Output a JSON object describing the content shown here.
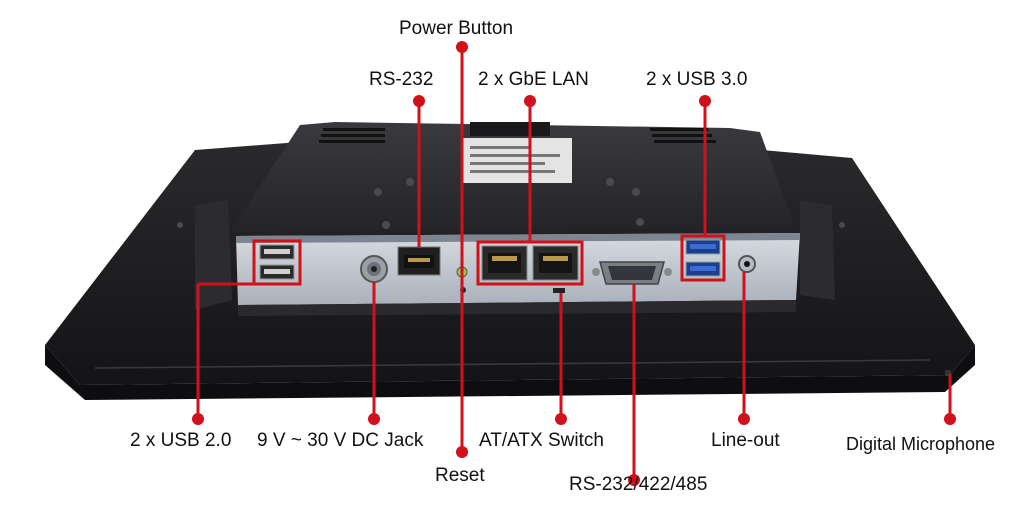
{
  "title": "Rear I/O diagram of panel PC",
  "colors": {
    "callout": "#d0101a",
    "chassis": "#1c1c1e",
    "io_panel": "#c9cfd6",
    "label": "#111111"
  },
  "callouts": {
    "power_button": "Power Button",
    "rs232": "RS-232",
    "gbe_lan": "2 x GbE LAN",
    "usb30": "2 x USB 3.0",
    "usb20": "2 x USB 2.0",
    "dc_jack": "9 V ~ 30 V DC Jack",
    "reset": "Reset",
    "atx_switch": "AT/ATX Switch",
    "rs232_422_485": "RS-232/422/485",
    "line_out": "Line-out",
    "digital_mic": "Digital Microphone"
  }
}
